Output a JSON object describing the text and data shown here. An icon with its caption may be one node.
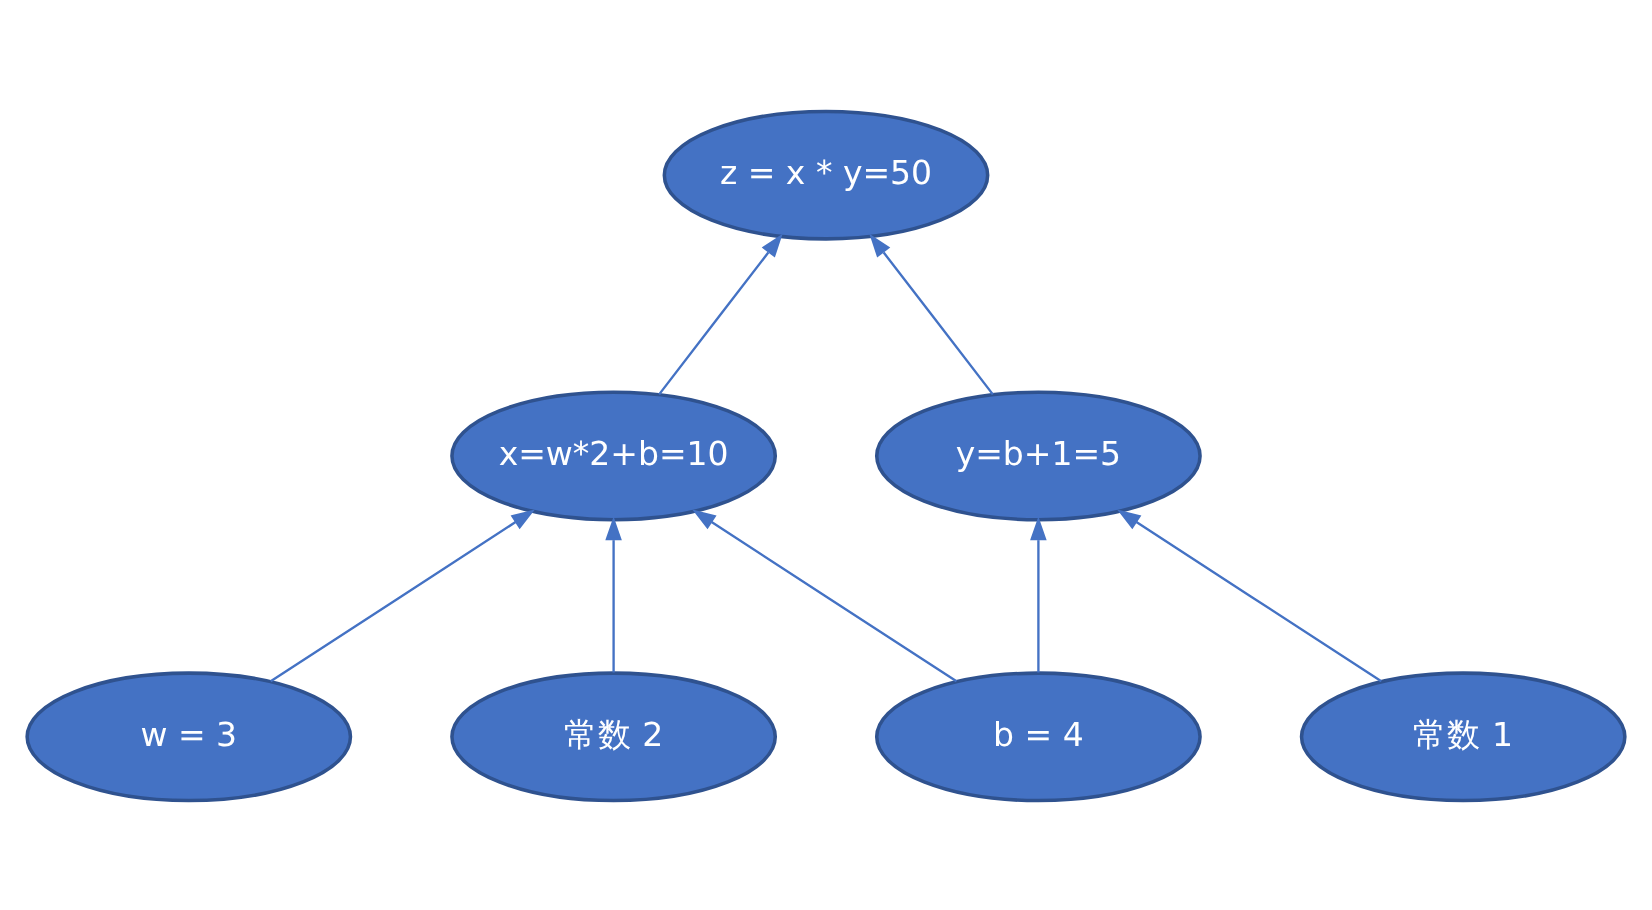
{
  "diagram": {
    "nodes": [
      {
        "text": [
          "z = x * y=50"
        ]
      },
      {
        "text": [
          "x=w*2+b=10"
        ]
      },
      {
        "text": [
          "y=b+1=5"
        ]
      },
      {
        "text": [
          "w = 3"
        ]
      },
      {
        "text": [
          "常数 2"
        ]
      },
      {
        "text": [
          "b = 4"
        ]
      },
      {
        "text": [
          "常数 1"
        ]
      }
    ],
    "edges": [
      {
        "from": 1,
        "to": 0,
        "arrow": "to"
      },
      {
        "from": 2,
        "to": 0,
        "arrow": "to"
      },
      {
        "from": 3,
        "to": 1,
        "arrow": "to"
      },
      {
        "from": 4,
        "to": 1,
        "arrow": "to"
      },
      {
        "from": 5,
        "to": 1,
        "arrow": "to"
      },
      {
        "from": 5,
        "to": 2,
        "arrow": "to"
      },
      {
        "from": 6,
        "to": 2,
        "arrow": "to"
      }
    ]
  }
}
